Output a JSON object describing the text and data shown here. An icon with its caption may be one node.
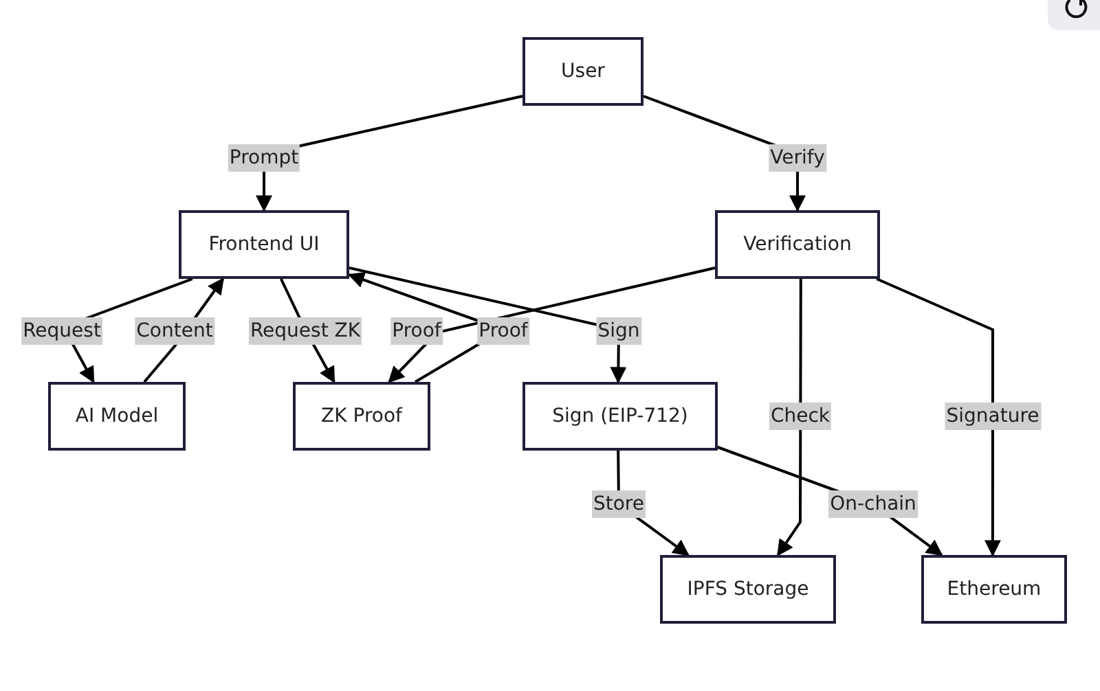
{
  "diagram": {
    "nodes": [
      {
        "text": [
          "User"
        ]
      },
      {
        "text": [
          "Frontend UI"
        ]
      },
      {
        "text": [
          "Verification"
        ]
      },
      {
        "text": [
          "AI Model"
        ]
      },
      {
        "text": [
          "ZK Proof"
        ]
      },
      {
        "text": [
          "Sign (EIP-712)"
        ]
      },
      {
        "text": [
          "IPFS Storage"
        ]
      },
      {
        "text": [
          "Ethereum"
        ]
      }
    ],
    "edges": [
      {
        "from": 0,
        "to": 1,
        "arrow": "to",
        "label": "Prompt"
      },
      {
        "from": 0,
        "to": 2,
        "arrow": "to",
        "label": "Verify"
      },
      {
        "from": 1,
        "to": 3,
        "arrow": "to",
        "label": "Request"
      },
      {
        "from": 3,
        "to": 1,
        "arrow": "to",
        "label": "Content"
      },
      {
        "from": 1,
        "to": 4,
        "arrow": "to",
        "label": "Request ZK"
      },
      {
        "from": 4,
        "to": 1,
        "arrow": "to",
        "label": "Proof"
      },
      {
        "from": 2,
        "to": 4,
        "arrow": "to",
        "label": "Proof"
      },
      {
        "from": 1,
        "to": 5,
        "arrow": "to",
        "label": "Sign"
      },
      {
        "from": 2,
        "to": 6,
        "arrow": "to",
        "label": "Check"
      },
      {
        "from": 2,
        "to": 7,
        "arrow": "to",
        "label": "Signature"
      },
      {
        "from": 5,
        "to": 6,
        "arrow": "to",
        "label": "Store"
      },
      {
        "from": 5,
        "to": 7,
        "arrow": "to",
        "label": "On-chain"
      }
    ]
  }
}
